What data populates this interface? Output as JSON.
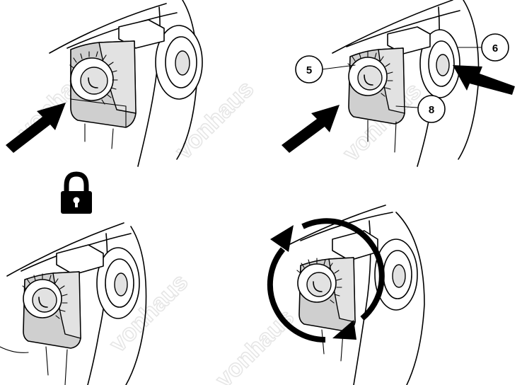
{
  "watermark_text": "vonhaus",
  "callouts": {
    "c5": "5",
    "c6": "6",
    "c8": "8"
  },
  "icons": [
    "arrow-icon",
    "lock-icon",
    "rotate-arrows-icon"
  ],
  "colors": {
    "line": "#000000",
    "body_grey": "#cfcfcf",
    "watermark": "#e6e6e6"
  }
}
